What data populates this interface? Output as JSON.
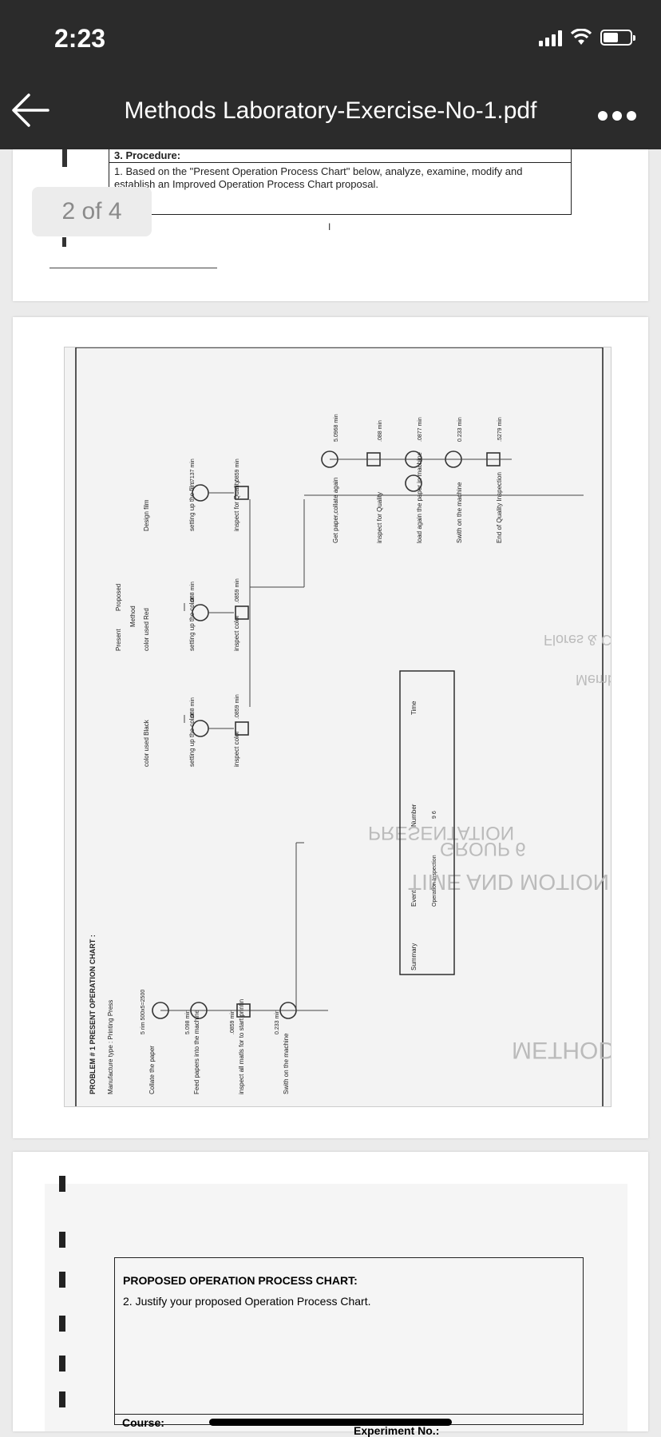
{
  "status_bar": {
    "time": "2:23"
  },
  "nav": {
    "title": "Methods Laboratory-Exercise-No-1.pdf"
  },
  "page_indicator": "2 of 4",
  "page1": {
    "heading": "3. Procedure:",
    "text": "1. Based on the \"Present Operation Process Chart\" below, analyze, examine, modify and establish an Improved Operation Process Chart proposal.",
    "mark": "I"
  },
  "chart": {
    "title": "PROBLEM # 1 PRESENT OPERATION CHART :",
    "manufacture": "Manufacture type : Printing Press",
    "present": "Present",
    "method": "Method",
    "proposed": "Proposed",
    "left_ops": [
      {
        "label": "Collate the paper",
        "time": "5 rim 500x5=2500"
      },
      {
        "label": "Feed papers into the machine",
        "time": "5.098 min"
      },
      {
        "label": "inspect all matls for to start printin",
        "time": ".0859 min"
      },
      {
        "label": "Swith on the machine",
        "time": "0.233 min"
      }
    ],
    "branch_black": {
      "header": "color used Black",
      "op": "setting up the color",
      "op_time": ".088 min",
      "insp": "inspect color",
      "insp_time": ".0859 min"
    },
    "branch_red": {
      "header": "color used Red",
      "op": "setting up the color",
      "op_time": ".088 min",
      "insp": "inspect color",
      "insp_time": ".0859 min"
    },
    "branch_film": {
      "header": "Design film",
      "op": "setting up the film",
      "op_time": ".7137 min",
      "insp": "inspect for Quality",
      "insp_time": ".0859 min"
    },
    "final_ops": [
      {
        "label": "Get paper,collate again",
        "time": "5.0968 min"
      },
      {
        "label": "inspect for Quality",
        "time": ".088 min"
      },
      {
        "label": "load again the paper in machine",
        "time": ".0877 min"
      },
      {
        "label": "Swith on the machine",
        "time": "0.233 min"
      },
      {
        "label": "End of Quality Inspection",
        "time": ".5279 min"
      }
    ],
    "summary": {
      "title": "Summary",
      "col_event": "Event",
      "col_number": "Number",
      "col_time": "Time",
      "events": "Operation Inspection",
      "numbers": "9 6"
    },
    "watermark_lines": [
      "METHODS ENGINEERING LECTURE",
      "GROUP 6",
      "TIME AND MOTION STUDY",
      "PRESENTATION",
      "Members:",
      "Flores & Cortez"
    ]
  },
  "page3": {
    "title": "PROPOSED OPERATION PROCESS CHART:",
    "text": "2. Justify your proposed Operation Process Chart.",
    "course": "Course:",
    "experiment": "Experiment No.:"
  },
  "colors": {
    "topbar": "#2b2b2b",
    "page_bg": "#ebebeb"
  }
}
